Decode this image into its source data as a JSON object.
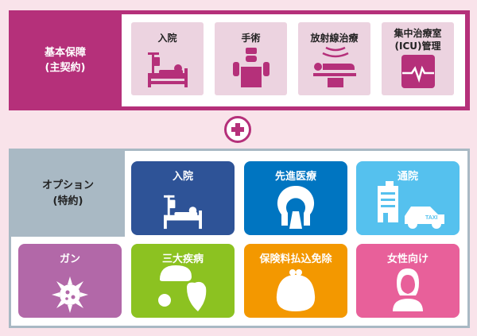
{
  "basic": {
    "label_line1": "基本保障",
    "label_line2": "(主契約)",
    "items": [
      {
        "label": "入院",
        "icon": "hospital-bed-icon"
      },
      {
        "label": "手術",
        "icon": "surgeon-icon"
      },
      {
        "label": "放射線治療",
        "icon": "radiation-therapy-icon"
      },
      {
        "label_line1": "集中治療室",
        "label_line2": "(ICU)管理",
        "icon": "heart-monitor-icon"
      }
    ]
  },
  "option": {
    "label_line1": "オプション",
    "label_line2": "(特約)",
    "items": [
      {
        "label": "入院",
        "color": "#2e5397",
        "icon": "hospital-bed-icon"
      },
      {
        "label": "先進医療",
        "color": "#0075c1",
        "icon": "mri-scanner-icon"
      },
      {
        "label": "通院",
        "color": "#55c1ee",
        "icon": "hospital-taxi-icon",
        "taxi": "TAXI"
      },
      {
        "label": "ガン",
        "color": "#b268a8",
        "icon": "cancer-cell-icon"
      },
      {
        "label": "三大疾病",
        "color": "#8cc221",
        "icon": "brain-heart-icon"
      },
      {
        "label": "保険料払込免除",
        "color": "#f39800",
        "icon": "coin-purse-icon"
      },
      {
        "label": "女性向け",
        "color": "#e8609a",
        "icon": "woman-icon"
      }
    ]
  },
  "colors": {
    "primary": "#b5307a",
    "background": "#f9e3ea",
    "option_gray": "#a9b9c4"
  }
}
